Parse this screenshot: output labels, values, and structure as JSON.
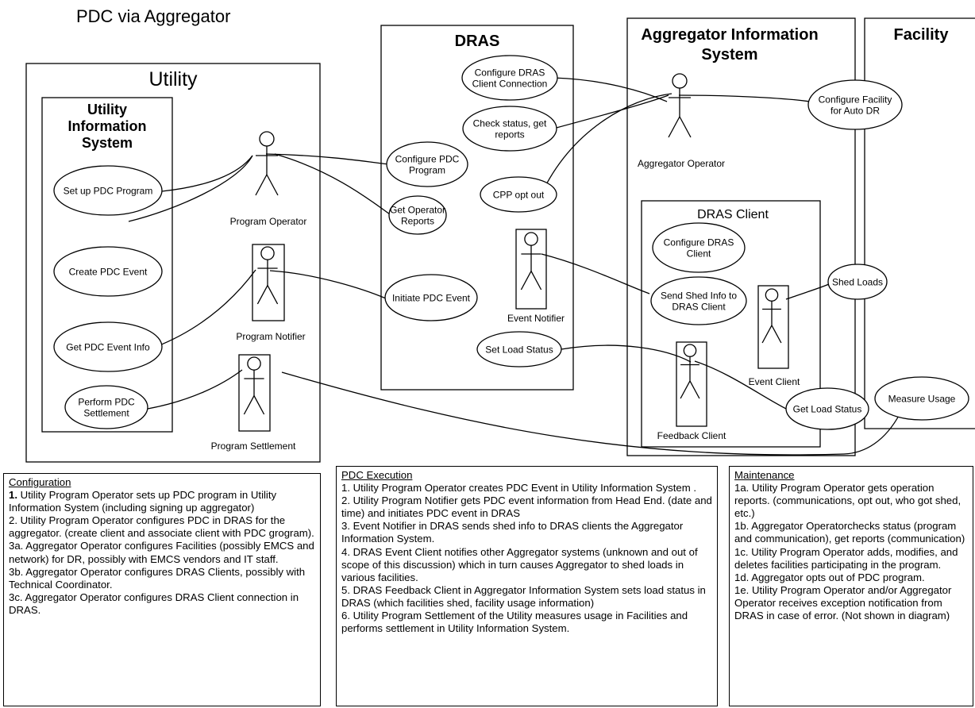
{
  "title": "PDC via Aggregator",
  "boundaries": {
    "utility": "Utility",
    "utility_info_system": [
      "Utility",
      "Information",
      "System"
    ],
    "dras": "DRAS",
    "aggregator_info_system": [
      "Aggregator Information",
      "System"
    ],
    "facility": "Facility",
    "dras_client": "DRAS Client"
  },
  "actors": {
    "program_operator": "Program Operator",
    "program_notifier": "Program Notifier",
    "program_settlement": "Program Settlement",
    "event_notifier": "Event Notifier",
    "aggregator_operator": "Aggregator Operator",
    "event_client": "Event Client",
    "feedback_client": "Feedback Client"
  },
  "use_cases": {
    "set_up_pdc_program": [
      "Set up PDC Program"
    ],
    "create_pdc_event": [
      "Create PDC Event"
    ],
    "get_pdc_event_info": [
      "Get PDC Event Info"
    ],
    "perform_pdc_settlement": [
      "Perform PDC",
      "Settlement"
    ],
    "configure_dras_client_connection": [
      "Configure DRAS",
      "Client Connection"
    ],
    "check_status": [
      "Check status, get",
      "reports"
    ],
    "configure_pdc_program": [
      "Configure PDC",
      "Program"
    ],
    "cpp_opt_out": [
      "CPP opt out"
    ],
    "get_operator_reports": [
      "Get Operator",
      "Reports"
    ],
    "initiate_pdc_event": [
      "Initiate PDC Event"
    ],
    "set_load_status": [
      "Set Load Status"
    ],
    "configure_dras_client": [
      "Configure DRAS",
      "Client"
    ],
    "send_shed_info": [
      "Send Shed Info to",
      "DRAS Client"
    ],
    "configure_facility": [
      "Configure Facility",
      "for Auto DR"
    ],
    "shed_loads": [
      "Shed Loads"
    ],
    "measure_usage": [
      "Measure Usage"
    ],
    "get_load_status": [
      "Get Load Status"
    ]
  },
  "notes": {
    "configuration": {
      "title": "Configuration",
      "lines": [
        {
          "num": "1.",
          "text": " Utility Program Operator sets up PDC program in Utility Information System (including signing up aggregator)"
        },
        {
          "num": "",
          "text": "2. Utility Program Operator configures PDC in DRAS for the aggregator. (create client and associate client with PDC grogram)."
        },
        {
          "num": "",
          "text": "3a. Aggregator Operator configures Facilities (possibly EMCS and network) for DR, possibly with EMCS vendors and IT staff."
        },
        {
          "num": "",
          "text": "3b. Aggregator Operator configures DRAS Clients, possibly with Technical Coordinator."
        },
        {
          "num": "",
          "text": "3c. Aggregator Operator configures DRAS Client connection in DRAS."
        }
      ]
    },
    "execution": {
      "title": "PDC Execution",
      "lines": [
        {
          "num": "",
          "text": "1. Utility Program Operator creates PDC Event in Utility Information System ."
        },
        {
          "num": "",
          "text": "2. Utility Program Notifier gets PDC event information from Head End. (date and time) and initiates PDC event in DRAS"
        },
        {
          "num": "",
          "text": "3. Event Notifier in DRAS sends shed info to DRAS clients the Aggregator Information System."
        },
        {
          "num": "",
          "text": "4. DRAS Event Client notifies other Aggregator systems (unknown and out of scope of this discussion) which in turn causes Aggregator to shed loads in various facilities."
        },
        {
          "num": "",
          "text": "5. DRAS Feedback Client in Aggregator Information System sets load status in DRAS (which facilities shed, facility usage information)"
        },
        {
          "num": "",
          "text": "6. Utility Program Settlement of the Utility measures usage in Facilities and performs settlement in Utility Information System."
        }
      ]
    },
    "maintenance": {
      "title": "Maintenance",
      "lines": [
        {
          "num": "",
          "text": "1a. Utility Program Operator gets operation reports. (communications, opt out, who got shed, etc.)"
        },
        {
          "num": "",
          "text": "1b. Aggregator Operatorchecks status (program and communication), get reports (communication)"
        },
        {
          "num": "",
          "text": "1c. Utility Program Operator adds, modifies, and deletes facilities participating in the program."
        },
        {
          "num": "",
          "text": "1d. Aggregator  opts out of PDC program."
        },
        {
          "num": "",
          "text": "1e. Utility Program Operator and/or Aggregator Operator receives exception notification from DRAS in case of error. (Not shown in diagram)"
        }
      ]
    }
  }
}
